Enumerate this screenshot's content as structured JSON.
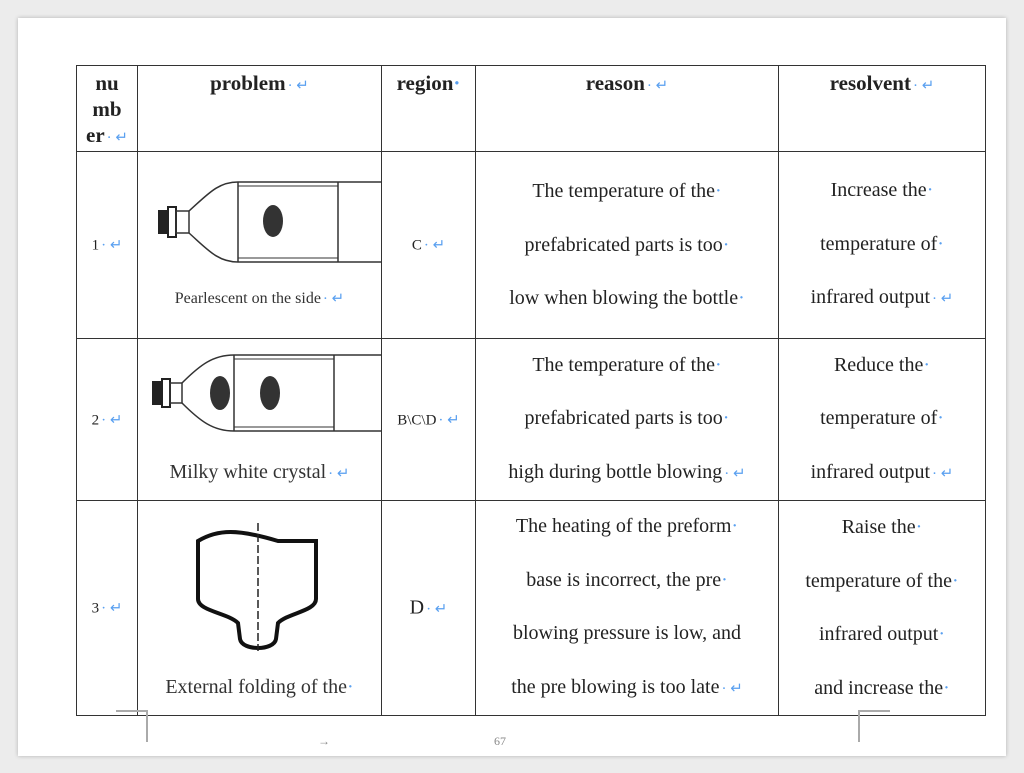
{
  "table": {
    "headers": [
      "nu mb er",
      "problem",
      "region",
      "reason",
      "resolvent"
    ],
    "header_number_lines": [
      "nu",
      "mb",
      "er"
    ],
    "rows": [
      {
        "number": "1",
        "problem_caption": "Pearlescent on the side",
        "region": "C",
        "reason_lines": [
          "The temperature of the",
          "prefabricated parts is too",
          "low when blowing the bottle"
        ],
        "resolvent_lines": [
          "Increase the",
          "temperature of",
          "infrared output"
        ]
      },
      {
        "number": "2",
        "problem_caption": "Milky white crystal",
        "region": "B\\C\\D",
        "reason_lines": [
          "The temperature of the",
          "prefabricated parts is too",
          "high during bottle blowing"
        ],
        "resolvent_lines": [
          "Reduce the",
          "temperature of",
          "infrared output"
        ]
      },
      {
        "number": "3",
        "problem_caption": "External folding of the",
        "region": "D",
        "reason_lines": [
          "The heating of the preform",
          "base is incorrect, the pre",
          "blowing pressure is low, and",
          "the pre blowing is too late"
        ],
        "resolvent_lines": [
          "Raise the",
          "temperature of the",
          "infrared output",
          "and increase the"
        ]
      }
    ]
  },
  "footer": {
    "page_number": "67"
  }
}
